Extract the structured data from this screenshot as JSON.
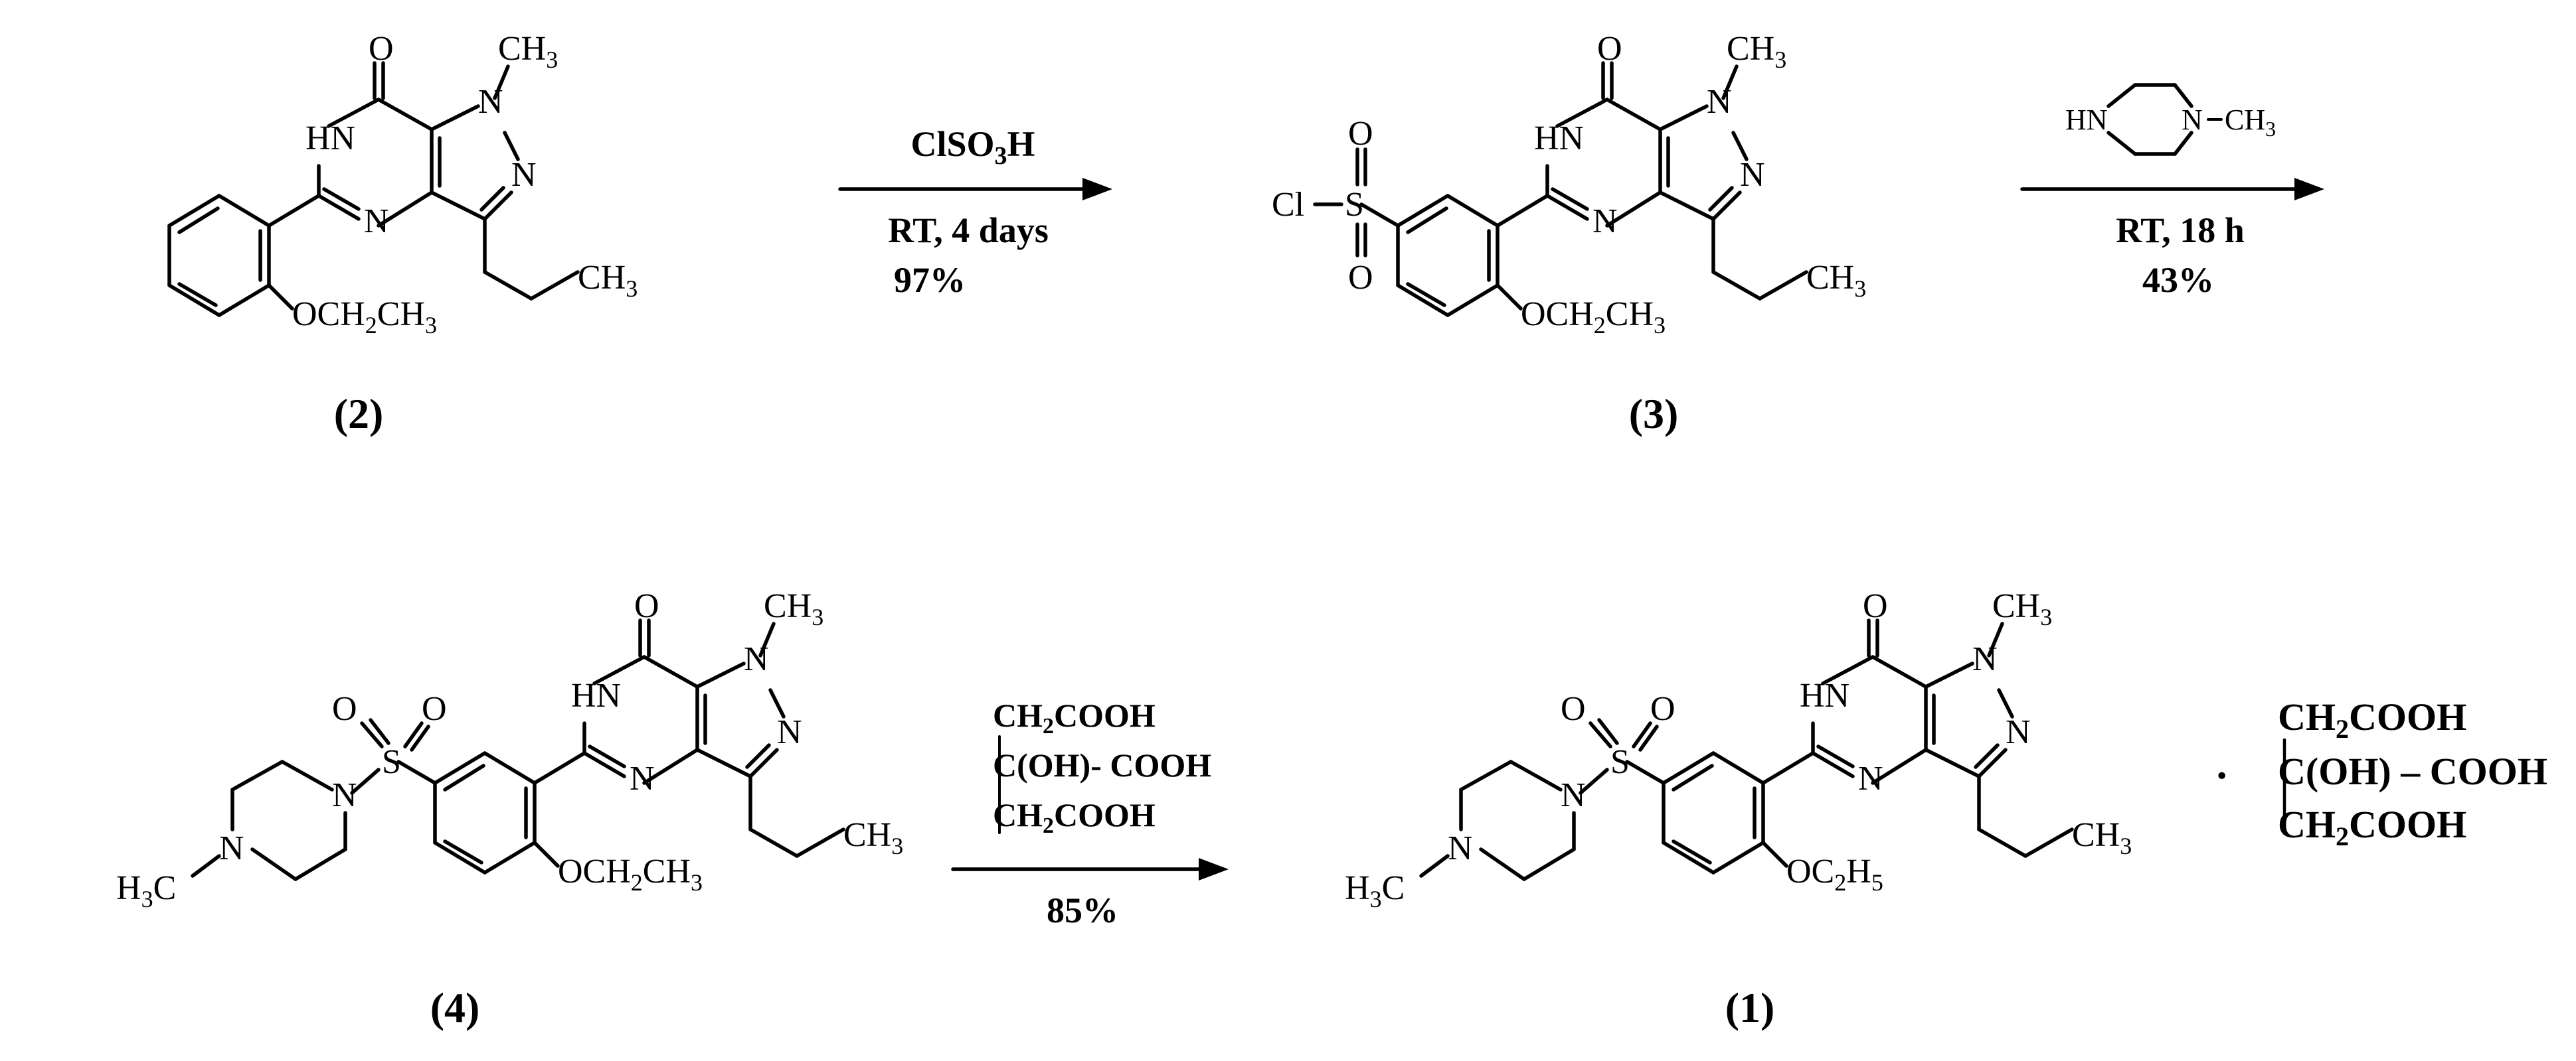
{
  "scheme": {
    "atoms": {
      "o": "O",
      "hn": "HN",
      "n": "N",
      "ch3": "CH",
      "ch3_sub": "3",
      "oet": "OCH",
      "oet_sub": "2",
      "oet_tail": "CH",
      "oet_tail_sub": "3",
      "cl": "Cl",
      "s": "S",
      "h3c": "H",
      "h3c_sub": "3",
      "h3c_tail": "C",
      "oc2h5": "OC",
      "oc2h5_sub1": "2",
      "oc2h5_mid": "H",
      "oc2h5_sub2": "5"
    },
    "compounds": {
      "c2": "(2)",
      "c3": "(3)",
      "c4": "(4)",
      "c1": "(1)"
    },
    "steps": [
      {
        "reagent_main": "ClSO",
        "reagent_sub": "3",
        "reagent_tail": "H",
        "conditions": "RT, 4 days",
        "yield": "97%"
      },
      {
        "reagent_hn": "HN",
        "reagent_n": "N",
        "reagent_ch3": "CH",
        "reagent_ch3_sub": "3",
        "conditions": "RT, 18 h",
        "yield": "43%"
      },
      {
        "reagent_line1_a": "CH",
        "reagent_line1_sub": "2",
        "reagent_line1_b": "COOH",
        "reagent_line2": "C(OH)- COOH",
        "reagent_line3_a": "CH",
        "reagent_line3_sub": "2",
        "reagent_line3_b": "COOH",
        "yield": "85%"
      }
    ],
    "citrate": {
      "dot": "·",
      "line1_a": "CH",
      "line1_sub": "2",
      "line1_b": "COOH",
      "line2": "C(OH) – COOH",
      "line3_a": "CH",
      "line3_sub": "2",
      "line3_b": "COOH"
    }
  }
}
